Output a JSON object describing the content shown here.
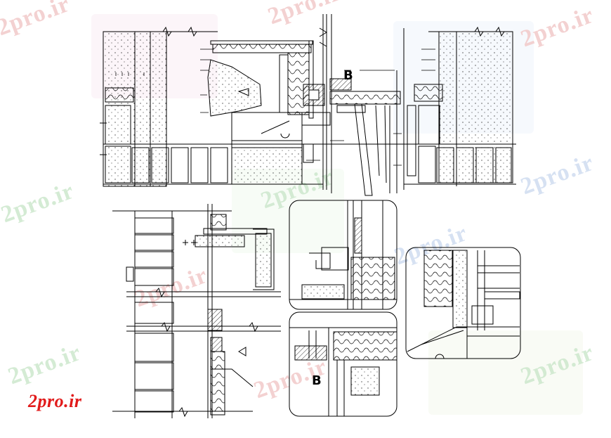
{
  "watermark": {
    "text": "2pro.ir",
    "color_red": "#f2c9c9",
    "color_green": "#cde8cd",
    "color_blue": "#cfdcf0"
  },
  "brand_logo": {
    "text": "2pro.ir",
    "color": "#e11b1b"
  },
  "section_marks": {
    "top": "B",
    "detail": "B"
  },
  "line_color": "#000000"
}
